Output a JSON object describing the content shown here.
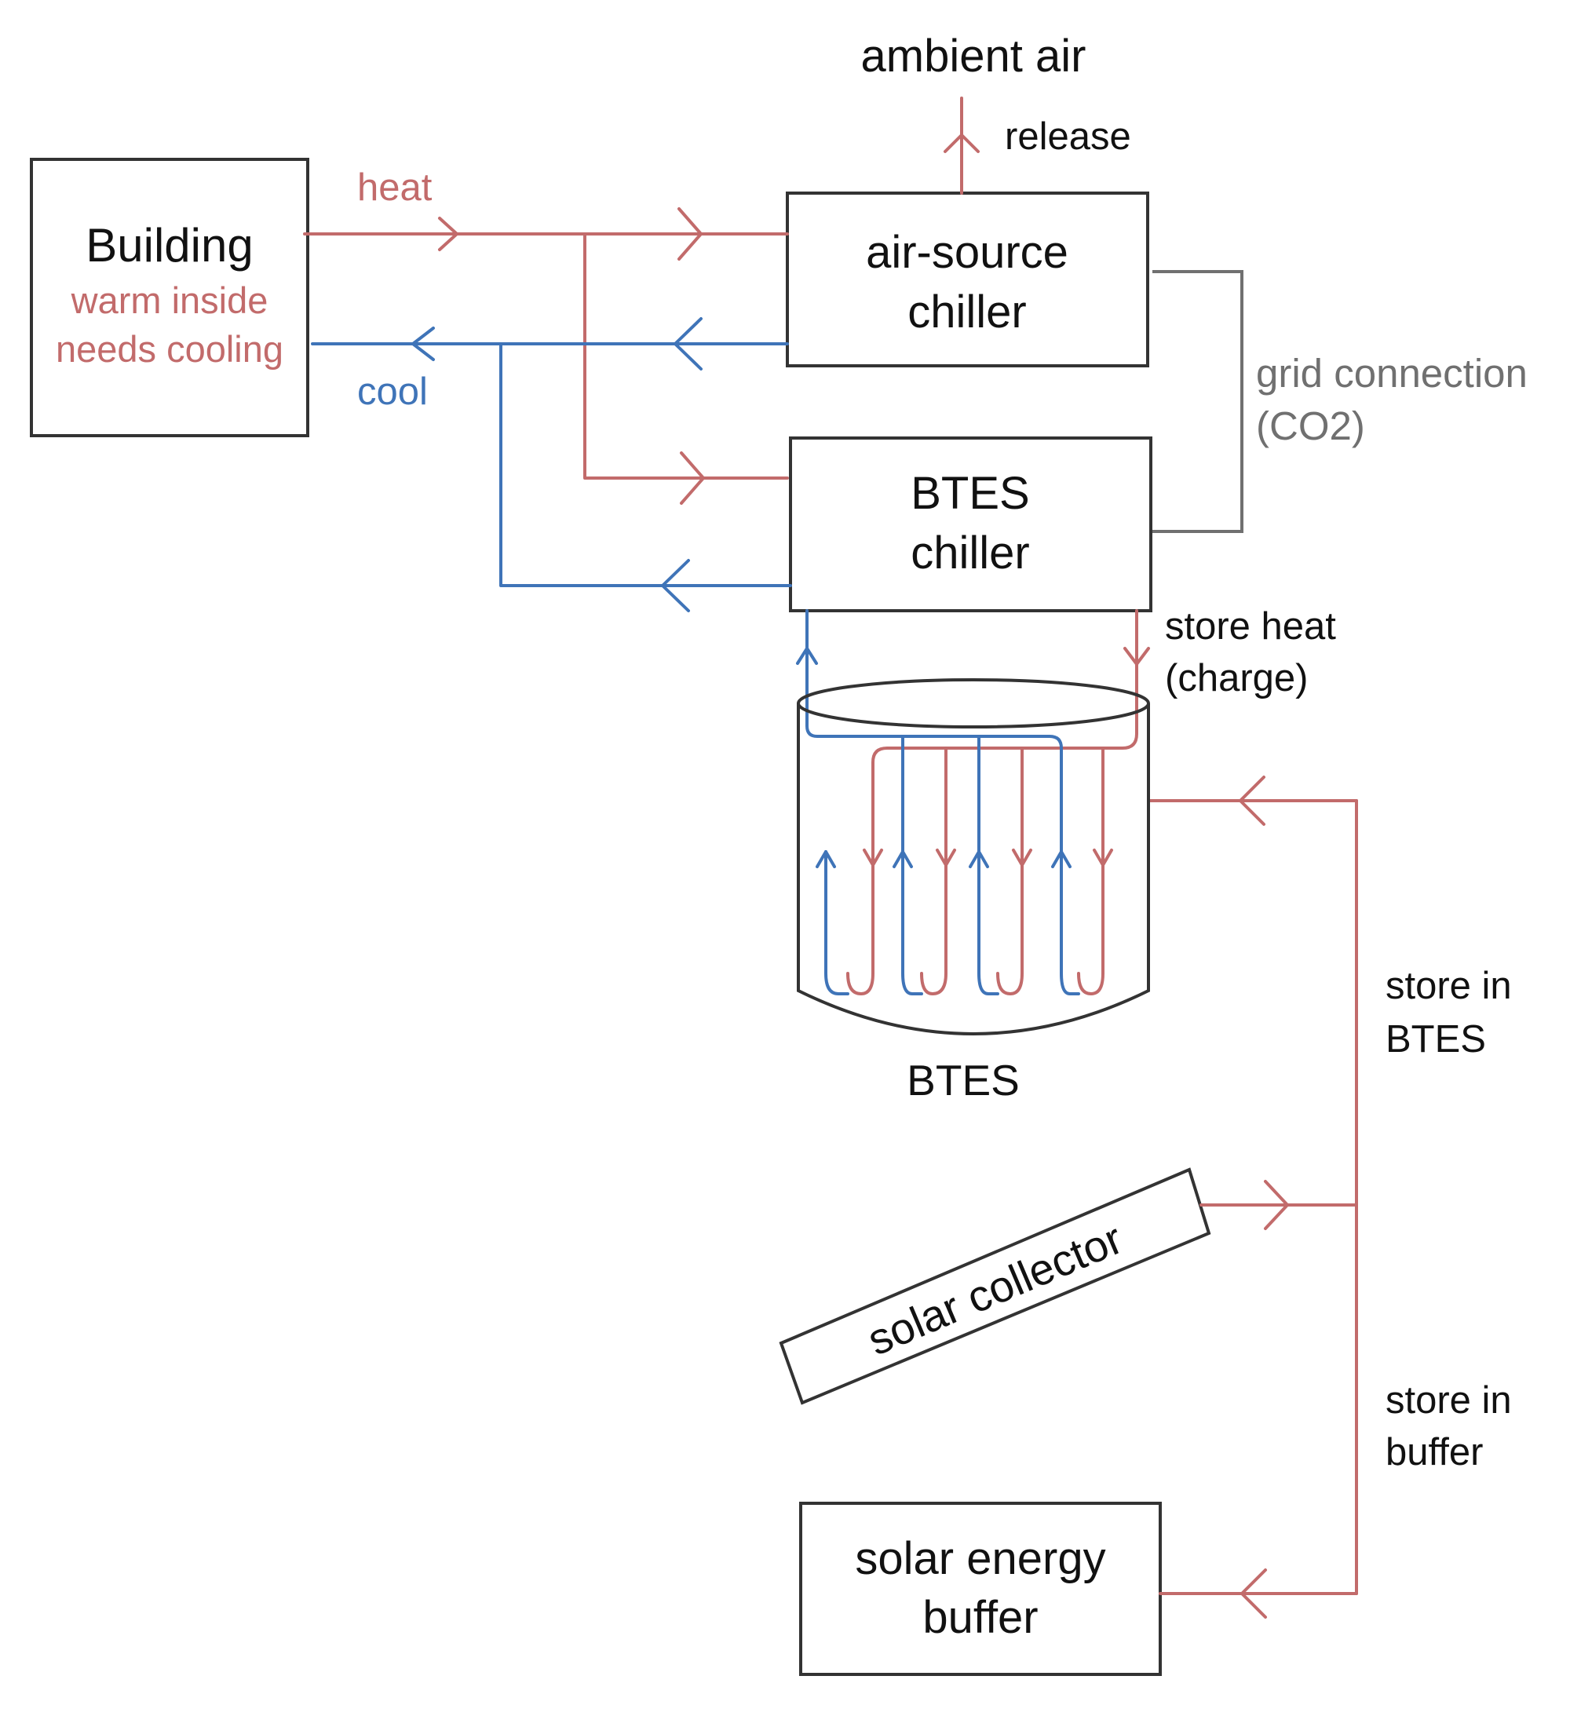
{
  "colors": {
    "heat": "#c26b6b",
    "cool": "#3f74b8",
    "grid": "#707070",
    "outline": "#333333"
  },
  "building": {
    "title": "Building",
    "line1": "warm inside",
    "line2": "needs cooling"
  },
  "flows": {
    "heat": "heat",
    "cool": "cool",
    "release": "release",
    "store_heat_1": "store heat",
    "store_heat_2": "(charge)",
    "store_btes_1": "store in",
    "store_btes_2": "BTES",
    "store_buffer_1": "store in",
    "store_buffer_2": "buffer"
  },
  "ambient_air": "ambient air",
  "air_chiller": {
    "line1": "air-source",
    "line2": "chiller"
  },
  "btes_chiller": {
    "line1": "BTES",
    "line2": "chiller"
  },
  "grid_connection": {
    "line1": "grid connection",
    "line2": "(CO2)"
  },
  "btes_label": "BTES",
  "solar_collector": "solar collector",
  "solar_buffer": {
    "line1": "solar energy",
    "line2": "buffer"
  }
}
